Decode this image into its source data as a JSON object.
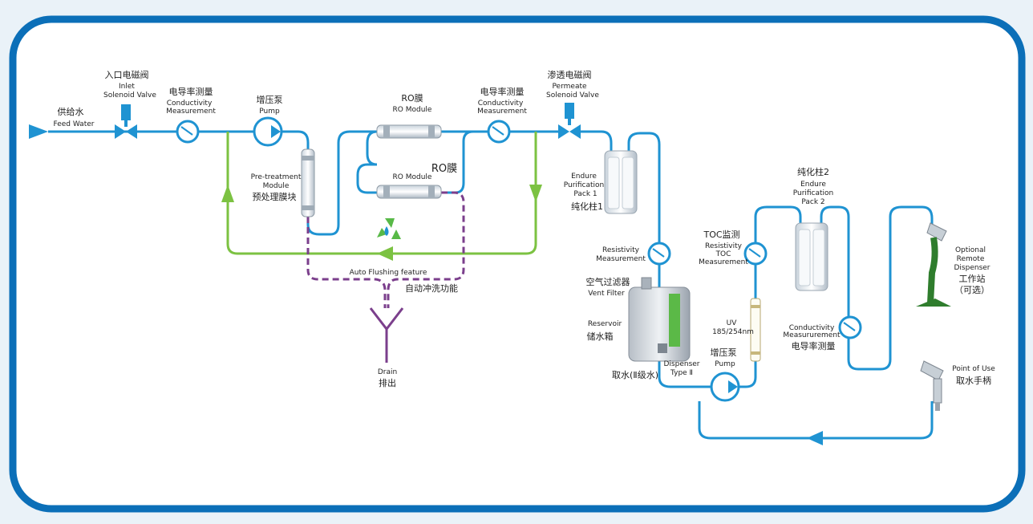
{
  "colors": {
    "frame": "#0b6fb8",
    "water": "#1f93d2",
    "flush": "#7cc242",
    "drain": "#7b3f8c"
  },
  "labels": {
    "feed_water_cn": "供给水",
    "feed_water_en": "Feed Water",
    "inlet_cn": "入口电磁阀",
    "inlet_en1": "Inlet",
    "inlet_en2": "Solenoid  Valve",
    "cond1_cn": "电导率测量",
    "cond1_en1": "Conductivity",
    "cond1_en2": "Measurement",
    "pump1_cn": "增压泵",
    "pump1_en": "Pump",
    "pretreat_en1": "Pre-treatment",
    "pretreat_en2": "Module",
    "pretreat_cn": "预处理膜块",
    "ro1_cn": "RO膜",
    "ro1_en": "RO Module",
    "ro2_cn": "RO膜",
    "ro2_en": "RO Module",
    "cond2_cn": "电导率测量",
    "cond2_en1": "Conductivity",
    "cond2_en2": "Measurement",
    "permeate_cn": "渗透电磁阀",
    "permeate_en1": "Permeate",
    "permeate_en2": "Solenoid  Valve",
    "flush_en": "Auto  Flushing feature",
    "flush_cn": "自动冲洗功能",
    "drain_en": "Drain",
    "drain_cn": "排出",
    "pack1_en1": "Endure",
    "pack1_en2": "Purification",
    "pack1_en3": "Pack  1",
    "pack1_cn": "纯化柱1",
    "res_en1": "Resistivity",
    "res_en2": "Measurement",
    "vent_cn": "空气过滤器",
    "vent_en": "Vent  Filter",
    "reservoir_en": "Reservoir",
    "reservoir_cn": "储水箱",
    "disp2_en1": "Dispenser",
    "disp2_en2": "Type  Ⅱ",
    "disp2_cn": "取水(Ⅱ级水)",
    "pump2_cn": "增压泵",
    "pump2_en": "Pump",
    "toc_cn": "TOC监测",
    "toc_en1": "Resistivity",
    "toc_en2": "TOC",
    "toc_en3": "Measurement",
    "uv_en1": "UV",
    "uv_en2": "185/254nm",
    "pack2_cn": "纯化柱2",
    "pack2_en1": "Endure",
    "pack2_en2": "Purification",
    "pack2_en3": "Pack  2",
    "cond3_en1": "Conductivity",
    "cond3_en2": "Measururement",
    "cond3_cn": "电导率测量",
    "remote_en1": "Optional",
    "remote_en2": "Remote",
    "remote_en3": "Dispenser",
    "remote_cn1": "工作站",
    "remote_cn2": "（可选）",
    "pou_en": "Point  of  Use",
    "pou_cn": "取水手柄"
  }
}
